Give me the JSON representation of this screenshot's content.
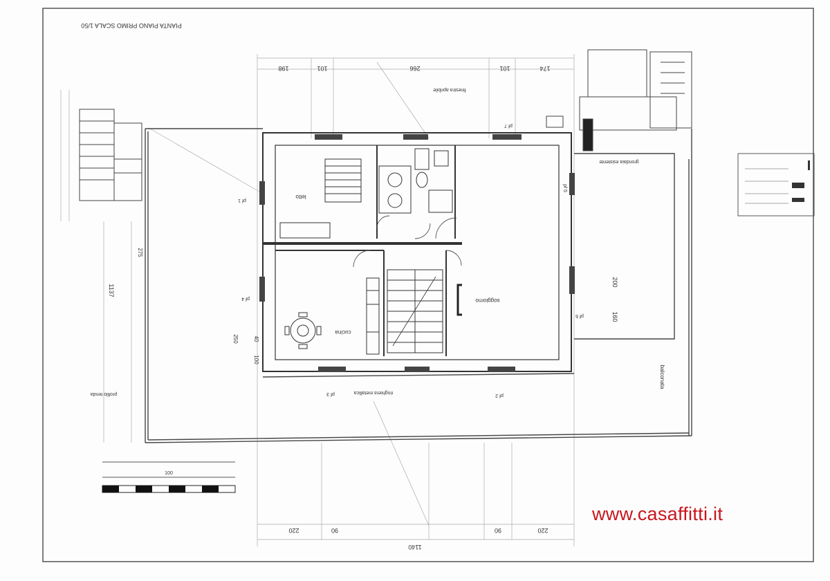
{
  "watermark": {
    "text": "www.casaffitti.it",
    "color": "#c8161d"
  },
  "plan": {
    "title": "PIANTA PIANO PRIMO SCALA 1/50",
    "rooms": {
      "bedroom": "letto",
      "kitchen": "cucina",
      "living": "soggiorno",
      "balcony": "balconata"
    },
    "notes": {
      "railing": "profilo tenda",
      "parapet": "ringhiera metallica",
      "window": "finestra apribile",
      "gutter": "grondaia esistente"
    },
    "dimensions_top": [
      "198",
      "101",
      "266",
      "101",
      "174"
    ],
    "dimensions_bottom": [
      "220",
      "90",
      "90",
      "220"
    ],
    "dimension_total": "1140",
    "dimensions_left": [
      "1137",
      "275",
      "250",
      "100",
      "40"
    ],
    "dimensions_right": [
      "200",
      "160"
    ],
    "window_tags": [
      "pf 1",
      "pf 4",
      "pf 3",
      "pf 2",
      "pf 5",
      "pf 6",
      "pf 7"
    ],
    "scale_label": "100"
  },
  "colors": {
    "line": "#3a3a3a",
    "light": "#9a9a9a",
    "wall": "#555555"
  }
}
